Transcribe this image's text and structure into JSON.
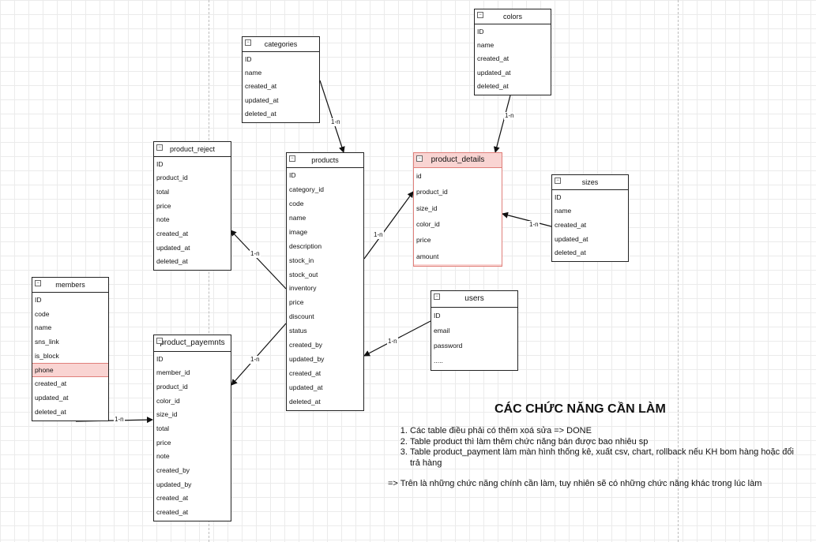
{
  "tables": {
    "categories": {
      "title": "categories",
      "fields": [
        "ID",
        "name",
        "created_at",
        "updated_at",
        "deleted_at"
      ]
    },
    "colors": {
      "title": "colors",
      "fields": [
        "ID",
        "name",
        "created_at",
        "updated_at",
        "deleted_at"
      ]
    },
    "product_reject": {
      "title": "product_reject",
      "fields": [
        "ID",
        "product_id",
        "total",
        "price",
        "note",
        "created_at",
        "updated_at",
        "deleted_at"
      ]
    },
    "products": {
      "title": "products",
      "fields": [
        "ID",
        "category_id",
        "code",
        "name",
        "image",
        "description",
        "stock_in",
        "stock_out",
        "inventory",
        "price",
        "discount",
        "status",
        "created_by",
        "updated_by",
        "created_at",
        "updated_at",
        "deleted_at"
      ]
    },
    "product_details": {
      "title": "product_details",
      "fields": [
        "id",
        "product_id",
        "size_id",
        "color_id",
        "price",
        "amount"
      ],
      "highlight_color": "#f9d4d2"
    },
    "sizes": {
      "title": "sizes",
      "fields": [
        "ID",
        "name",
        "created_at",
        "updated_at",
        "deleted_at"
      ]
    },
    "members": {
      "title": "members",
      "fields": [
        "ID",
        "code",
        "name",
        "sns_link",
        "is_block",
        "phone",
        "created_at",
        "updated_at",
        "deleted_at"
      ],
      "highlighted_field": "phone"
    },
    "product_payemnts": {
      "title": "product_payemnts",
      "fields": [
        "ID",
        "member_id",
        "product_id",
        "color_id",
        "size_id",
        "total",
        "price",
        "note",
        "created_by",
        "updated_by",
        "created_at",
        "created_at"
      ]
    },
    "users": {
      "title": "users",
      "fields": [
        "ID",
        "email",
        "password",
        "....."
      ]
    }
  },
  "relations": [
    {
      "from": "categories",
      "to": "products",
      "label": "1-n"
    },
    {
      "from": "colors",
      "to": "product_details",
      "label": "1-n"
    },
    {
      "from": "products",
      "to": "product_details",
      "label": "1-n"
    },
    {
      "from": "sizes",
      "to": "product_details",
      "label": "1-n"
    },
    {
      "from": "products",
      "to": "product_reject",
      "label": "1-n"
    },
    {
      "from": "products",
      "to": "product_payemnts",
      "label": "1-n"
    },
    {
      "from": "users",
      "to": "products",
      "label": "1-n"
    },
    {
      "from": "members",
      "to": "product_payemnts",
      "label": "1-n"
    }
  ],
  "notes": {
    "title": "CÁC CHỨC NĂNG CẦN LÀM",
    "items": [
      "Các table điều phải có thêm xoá sửa => DONE",
      "Table product thì làm thêm chức năng bán được bao nhiêu sp",
      "Table product_payment làm màn hình thống kê, xuất csv, chart, rollback nếu KH bom hàng hoặc đổi trả hàng"
    ],
    "footer": "=> Trên là những chức năng chính cần làm, tuy nhiên sẽ có những chức năng khác trong lúc làm"
  }
}
